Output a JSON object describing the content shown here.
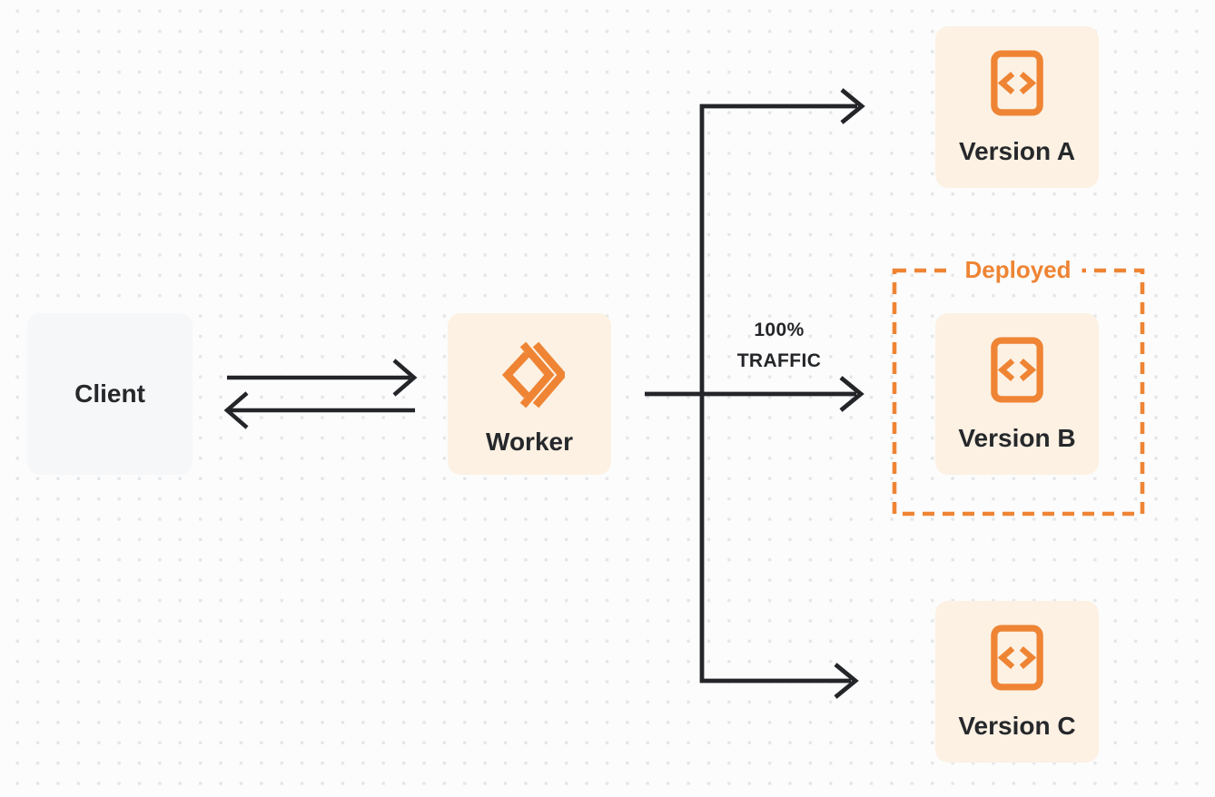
{
  "nodes": {
    "client": {
      "label": "Client"
    },
    "worker": {
      "label": "Worker",
      "icon": "workers-double-chevron-icon"
    },
    "version_a": {
      "label": "Version A",
      "icon": "code-document-icon"
    },
    "version_b": {
      "label": "Version B",
      "icon": "code-document-icon"
    },
    "version_c": {
      "label": "Version C",
      "icon": "code-document-icon"
    }
  },
  "edges": {
    "client_worker": {
      "style": "two opposing arrows"
    },
    "worker_to_version_b": {
      "label_line1": "100%",
      "label_line2": "TRAFFIC"
    }
  },
  "groups": {
    "deployed": {
      "label": "Deployed",
      "contains": "version_b",
      "border": "dashed"
    }
  },
  "colors": {
    "background": "#fcfcfc",
    "dot_grid": "#e5e6e8",
    "orange_accent": "#ee8434",
    "node_cream_fill": "#fcf1e3",
    "client_gray_fill": "#f6f7f8",
    "line_ink": "#232528",
    "label_ink": "#26282b"
  }
}
